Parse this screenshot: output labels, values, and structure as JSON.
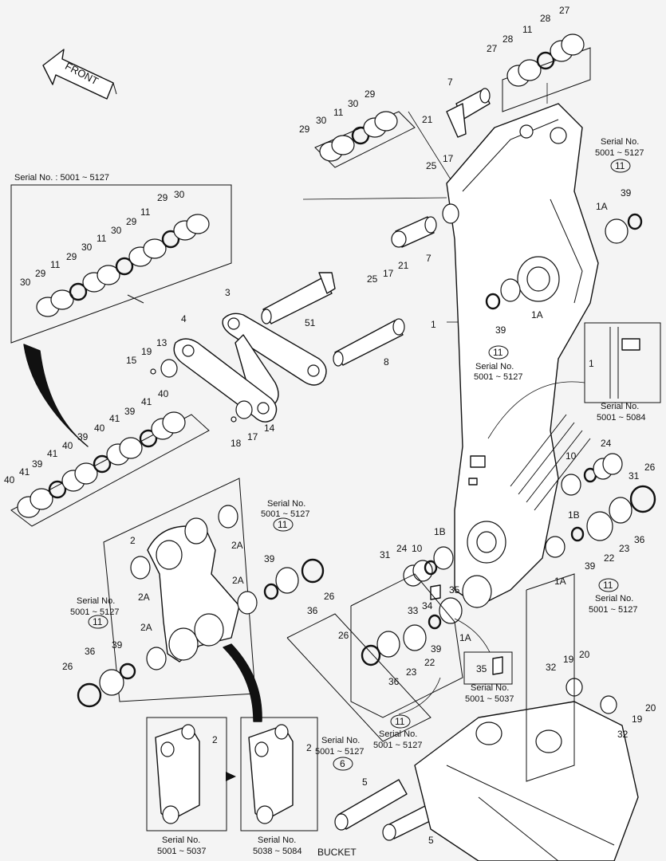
{
  "direction_label": "FRONT",
  "bucket_label": "BUCKET",
  "serial_ranges": {
    "top_inset": "Serial No. : 5001 ~ 5127",
    "r_5001_5127": "5001 ~ 5127",
    "r_5001_5084": "5001 ~ 5084",
    "r_5001_5037": "5001 ~ 5037",
    "r_5038_5084": "5038 ~ 5084",
    "serial_word": "Serial No."
  },
  "part_numbers": {
    "p1": "1",
    "p1A": "1A",
    "p1B": "1B",
    "p2": "2",
    "p2A": "2A",
    "p3": "3",
    "p4": "4",
    "p5": "5",
    "p6": "6",
    "p7": "7",
    "p8": "8",
    "p10": "10",
    "p11": "11",
    "p13": "13",
    "p14": "14",
    "p15": "15",
    "p17": "17",
    "p18": "18",
    "p19": "19",
    "p20": "20",
    "p21": "21",
    "p22": "22",
    "p23": "23",
    "p24": "24",
    "p25": "25",
    "p26": "26",
    "p27": "27",
    "p28": "28",
    "p29": "29",
    "p30": "30",
    "p31": "31",
    "p32": "32",
    "p33": "33",
    "p34": "34",
    "p35": "35",
    "p36": "36",
    "p39": "39",
    "p40": "40",
    "p41": "41",
    "p51": "51"
  },
  "colors": {
    "line": "#111111",
    "paper": "#f4f4f4",
    "part": "#ffffff"
  }
}
